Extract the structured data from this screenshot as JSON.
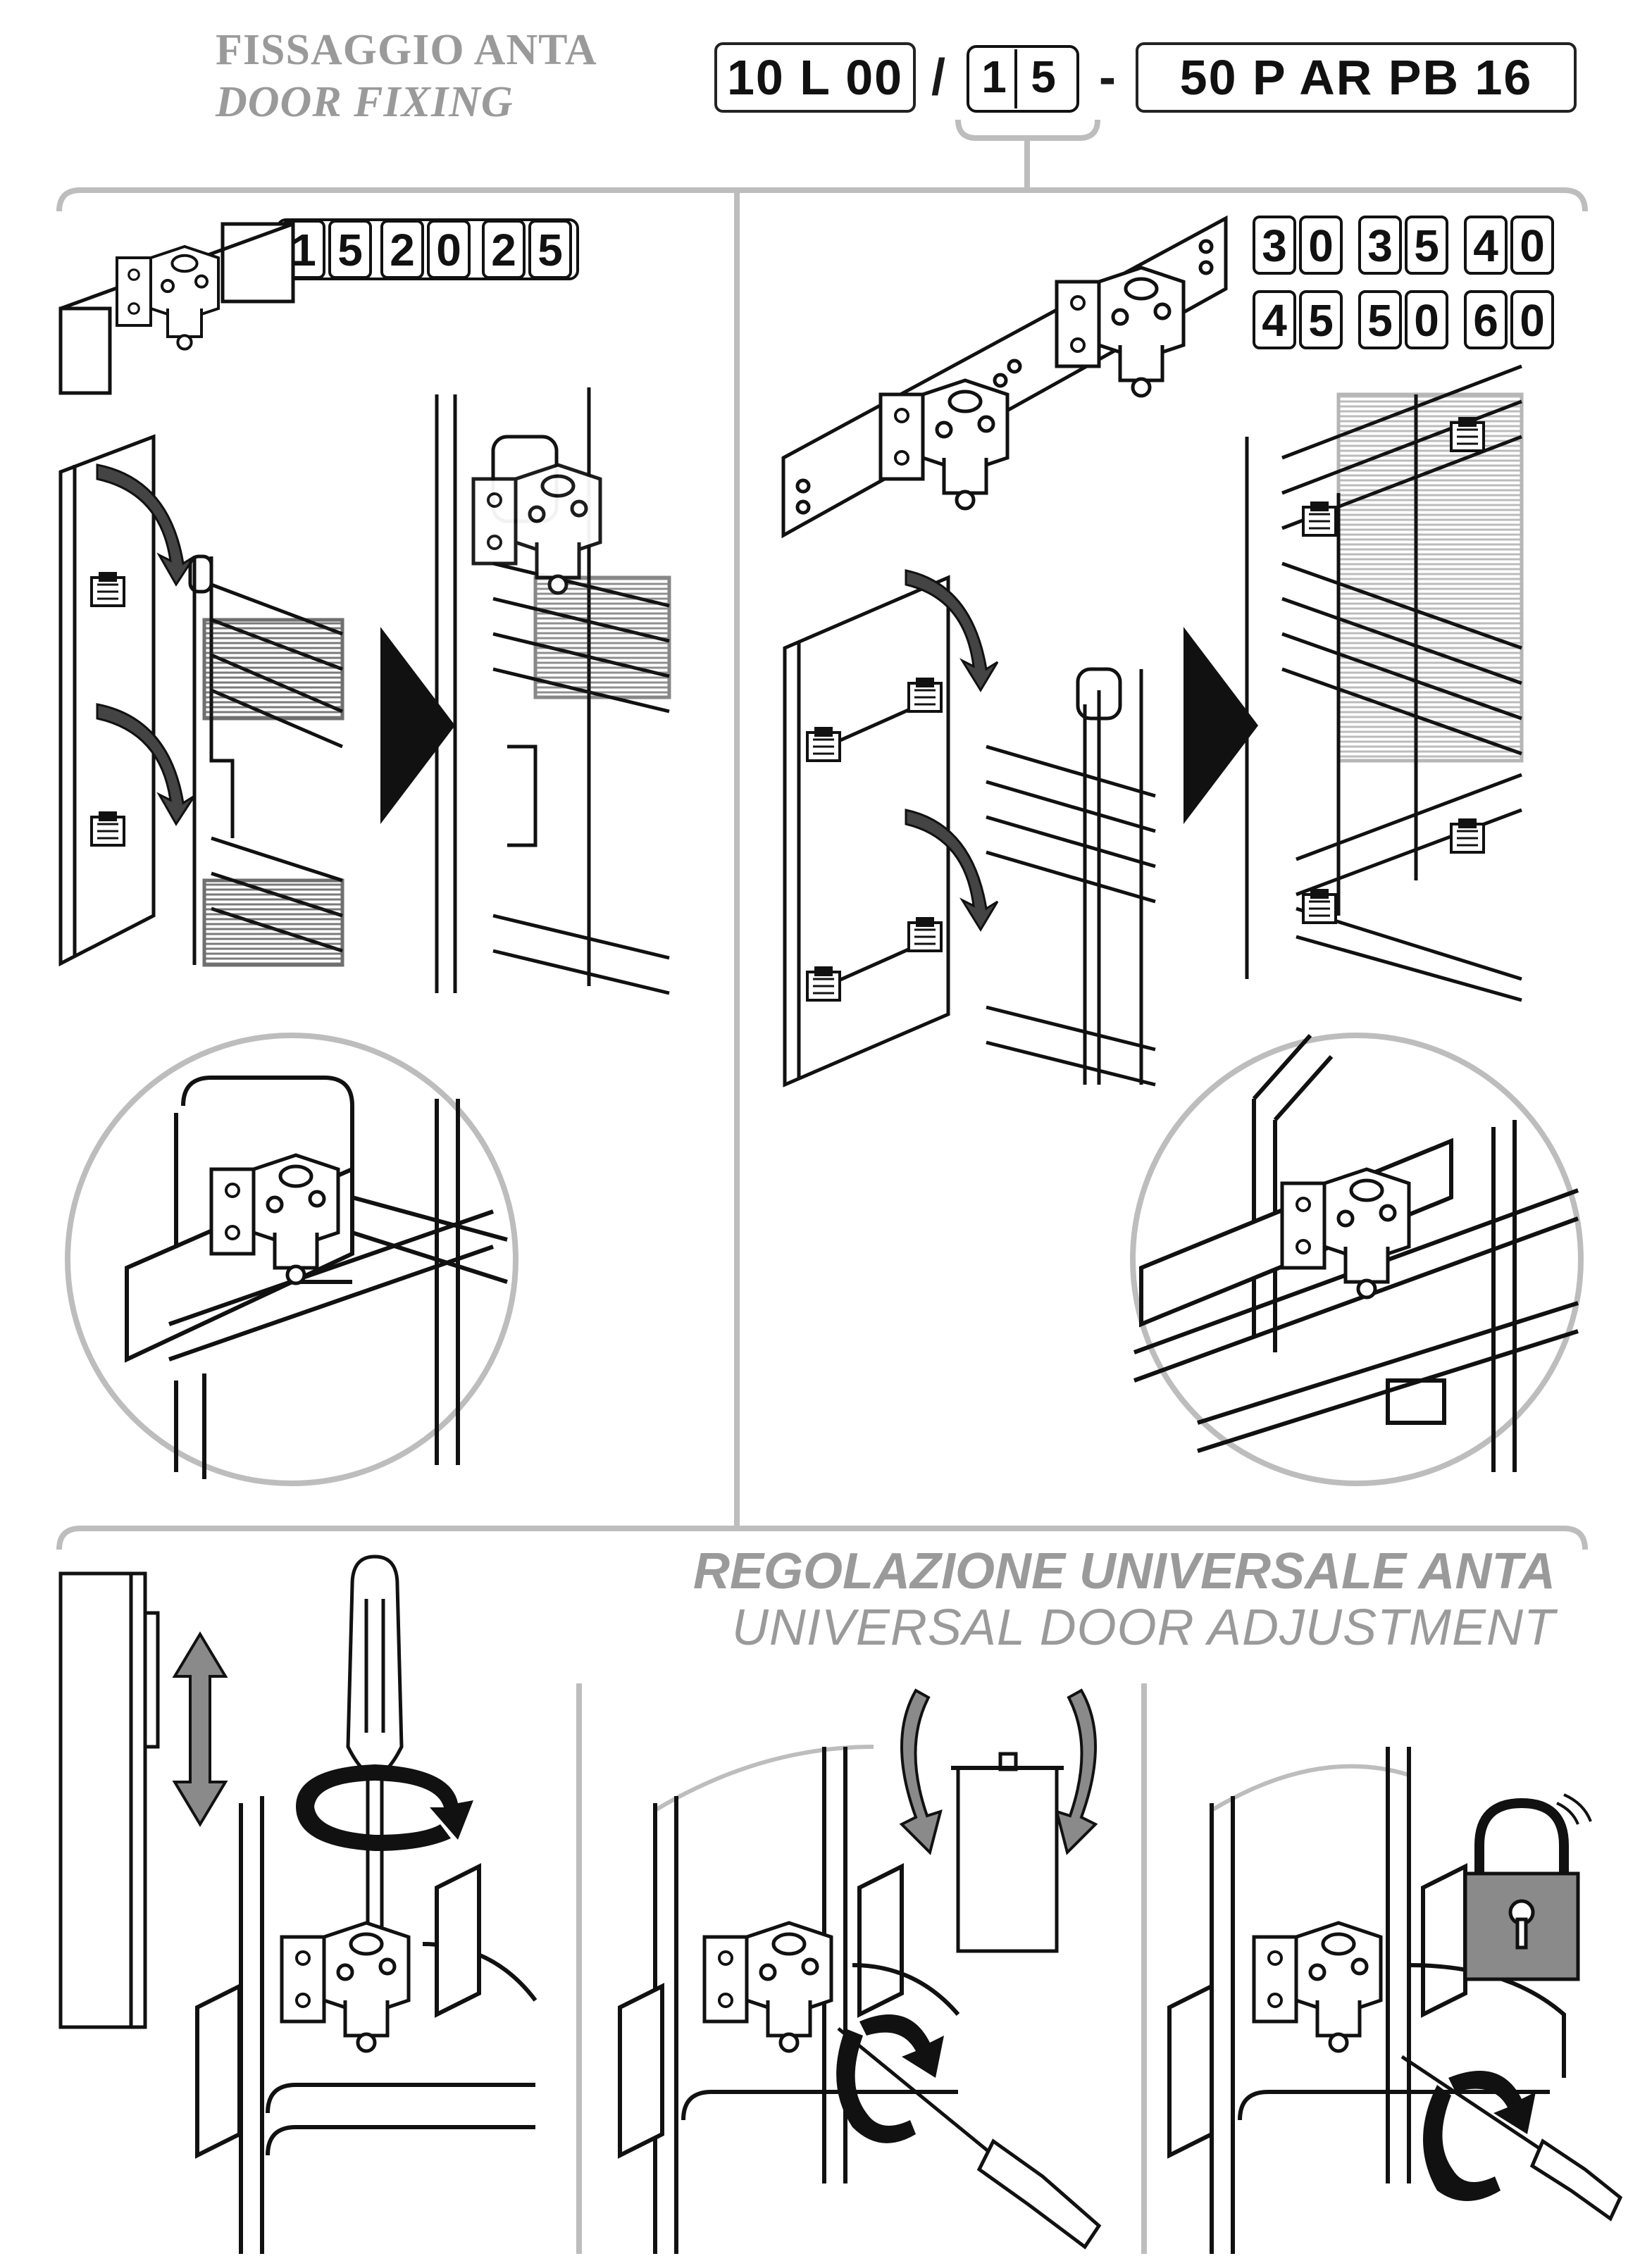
{
  "header": {
    "title_it": "FISSAGGIO ANTA",
    "title_en": "DOOR FIXING",
    "code": {
      "prefix": "10 L 00",
      "separator": "/",
      "highlight_digits": [
        "1",
        "5"
      ],
      "dash": "-",
      "suffix": "50 P AR PB 16"
    }
  },
  "left_panel": {
    "widths": [
      [
        "1",
        "5"
      ],
      [
        "2",
        "0"
      ],
      [
        "2",
        "5"
      ]
    ]
  },
  "right_panel": {
    "widths_row1": [
      [
        "3",
        "0"
      ],
      [
        "3",
        "5"
      ],
      [
        "4",
        "0"
      ]
    ],
    "widths_row2": [
      [
        "4",
        "5"
      ],
      [
        "5",
        "0"
      ],
      [
        "6",
        "0"
      ]
    ]
  },
  "adjustment": {
    "title_it": "REGOLAZIONE UNIVERSALE ANTA",
    "title_en": "UNIVERSAL DOOR ADJUSTMENT"
  },
  "icons": [
    "screwdriver-icon",
    "rotate-arrow-icon",
    "vertical-arrow-icon",
    "padlock-icon",
    "triangle-arrow-icon",
    "bracket-icon",
    "basket-icon"
  ],
  "colors": {
    "ink": "#1a1a1a",
    "gray": "#9a9a9a",
    "frame": "#bdbdbd",
    "fill_gray": "#8a8a8a"
  }
}
